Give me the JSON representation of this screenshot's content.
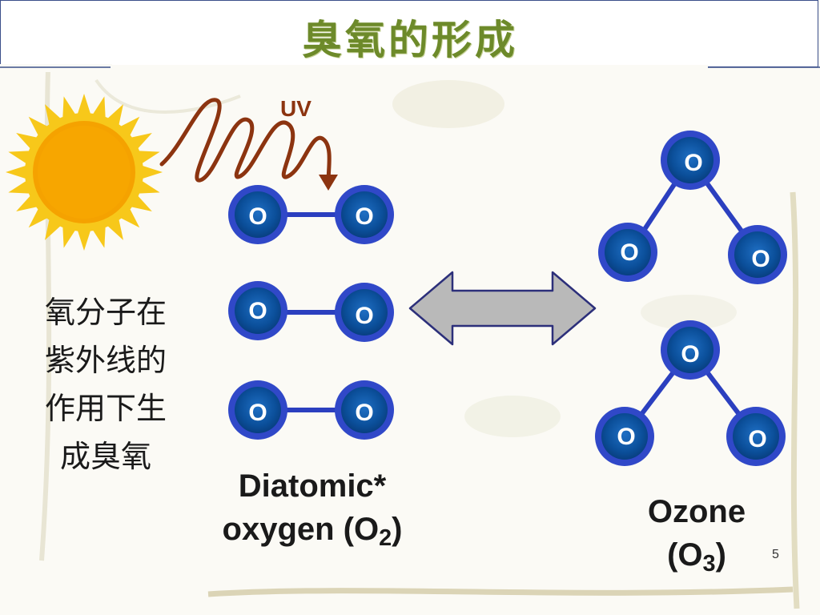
{
  "title": "臭氧的形成",
  "uv_label": "UV",
  "side_text": [
    "氧分子在",
    "紫外线的",
    "作用下生",
    "成臭氧"
  ],
  "atom_label": "O",
  "diatomic_label": {
    "line1": "Diatomic*",
    "line2_prefix": "oxygen (O",
    "line2_sub": "2",
    "line2_suffix": ")"
  },
  "ozone_label": {
    "line1": "Ozone",
    "line2_prefix": "(O",
    "line2_sub": "3",
    "line2_suffix": ")"
  },
  "page_number": "5",
  "colors": {
    "title": "#6d8a2a",
    "atom_outer": "#3048c8",
    "atom_inner": "#0b4f9a",
    "bond": "#2b3fbf",
    "uv_wave": "#8c3410",
    "sun_core": "#f5a200",
    "sun_rays": "#f7c81a",
    "arrow_fill": "#b9b9b9",
    "arrow_stroke": "#2c2f7a"
  }
}
